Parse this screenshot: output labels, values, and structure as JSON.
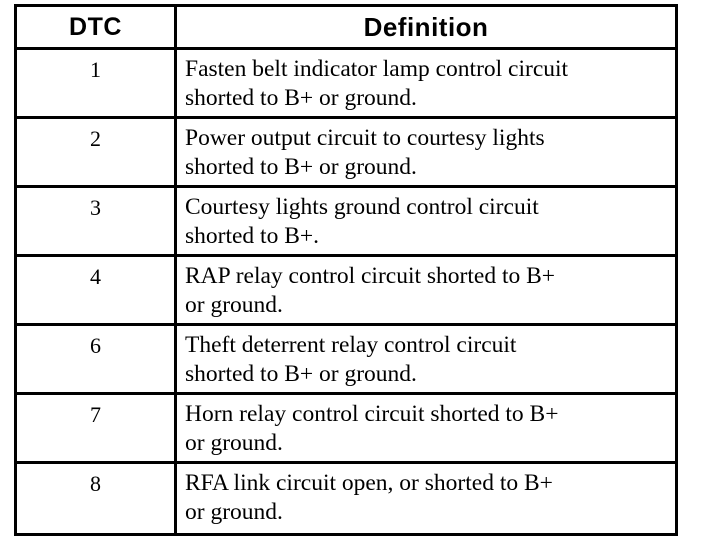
{
  "document": {
    "kind": "diagnostic-trouble-code-table",
    "background_color": "#ffffff",
    "text_color": "#000000",
    "border_color": "#000000"
  },
  "table": {
    "headers": {
      "code": "DTC",
      "definition": "Definition"
    },
    "rows": [
      {
        "code": "1",
        "definition": "Fasten belt indicator lamp control circuit\nshorted to B+ or ground."
      },
      {
        "code": "2",
        "definition": "Power output circuit to courtesy lights\nshorted to B+ or ground."
      },
      {
        "code": "3",
        "definition": "Courtesy lights ground control circuit\nshorted to B+."
      },
      {
        "code": "4",
        "definition": "RAP relay control circuit shorted to B+\nor ground."
      },
      {
        "code": "6",
        "definition": "Theft deterrent relay control circuit\nshorted to B+ or ground."
      },
      {
        "code": "7",
        "definition": "Horn relay control circuit shorted to B+\nor ground."
      },
      {
        "code": "8",
        "definition": "RFA link circuit open, or shorted to B+\nor ground."
      }
    ]
  }
}
